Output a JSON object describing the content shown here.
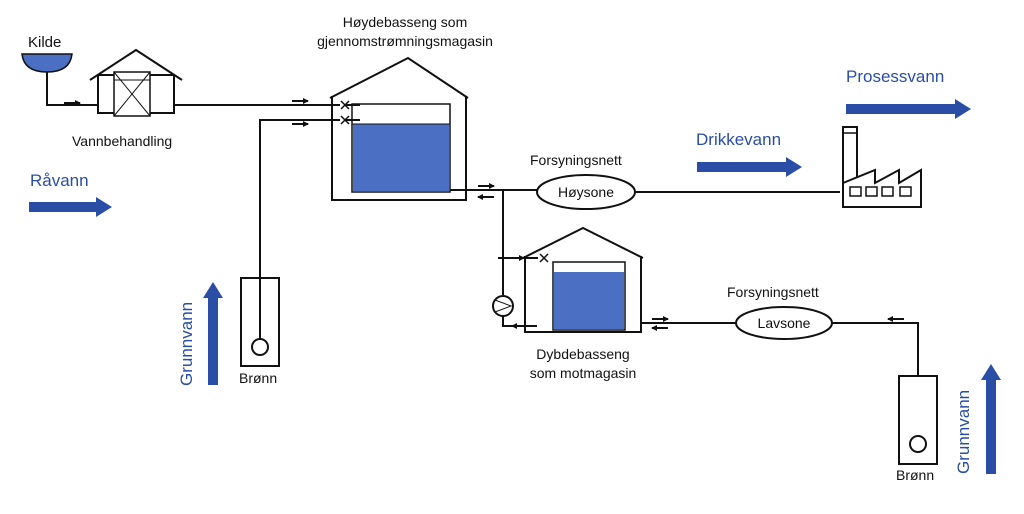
{
  "labels": {
    "kilde": "Kilde",
    "vannbehandling": "Vannbehandling",
    "hoydebasseng_line1": "Høydebasseng som",
    "hoydebasseng_line2": "gjennomstrømningsmagasin",
    "forsyningsnett_high": "Forsyningsnett",
    "hoysone": "Høysone",
    "forsyningsnett_low": "Forsyningsnett",
    "lavsone": "Lavsone",
    "dybdebasseng_line1": "Dybdebasseng",
    "dybdebasseng_line2": "som motmagasin",
    "bronn_left": "Brønn",
    "bronn_right": "Brønn"
  },
  "flows": {
    "ravann": "Råvann",
    "grunnvann_left": "Grunnvann",
    "grunnvann_right": "Grunnvann",
    "drikkevann": "Drikkevann",
    "prosessvann": "Prosessvann"
  },
  "colors": {
    "water": "#4a6fc3",
    "flow_arrow": "#2a4ea6",
    "line": "#111111"
  },
  "icons": [
    "spring-bowl-icon",
    "treatment-house-icon",
    "valve-icon",
    "pump-icon",
    "factory-icon",
    "well-pump-icon"
  ]
}
